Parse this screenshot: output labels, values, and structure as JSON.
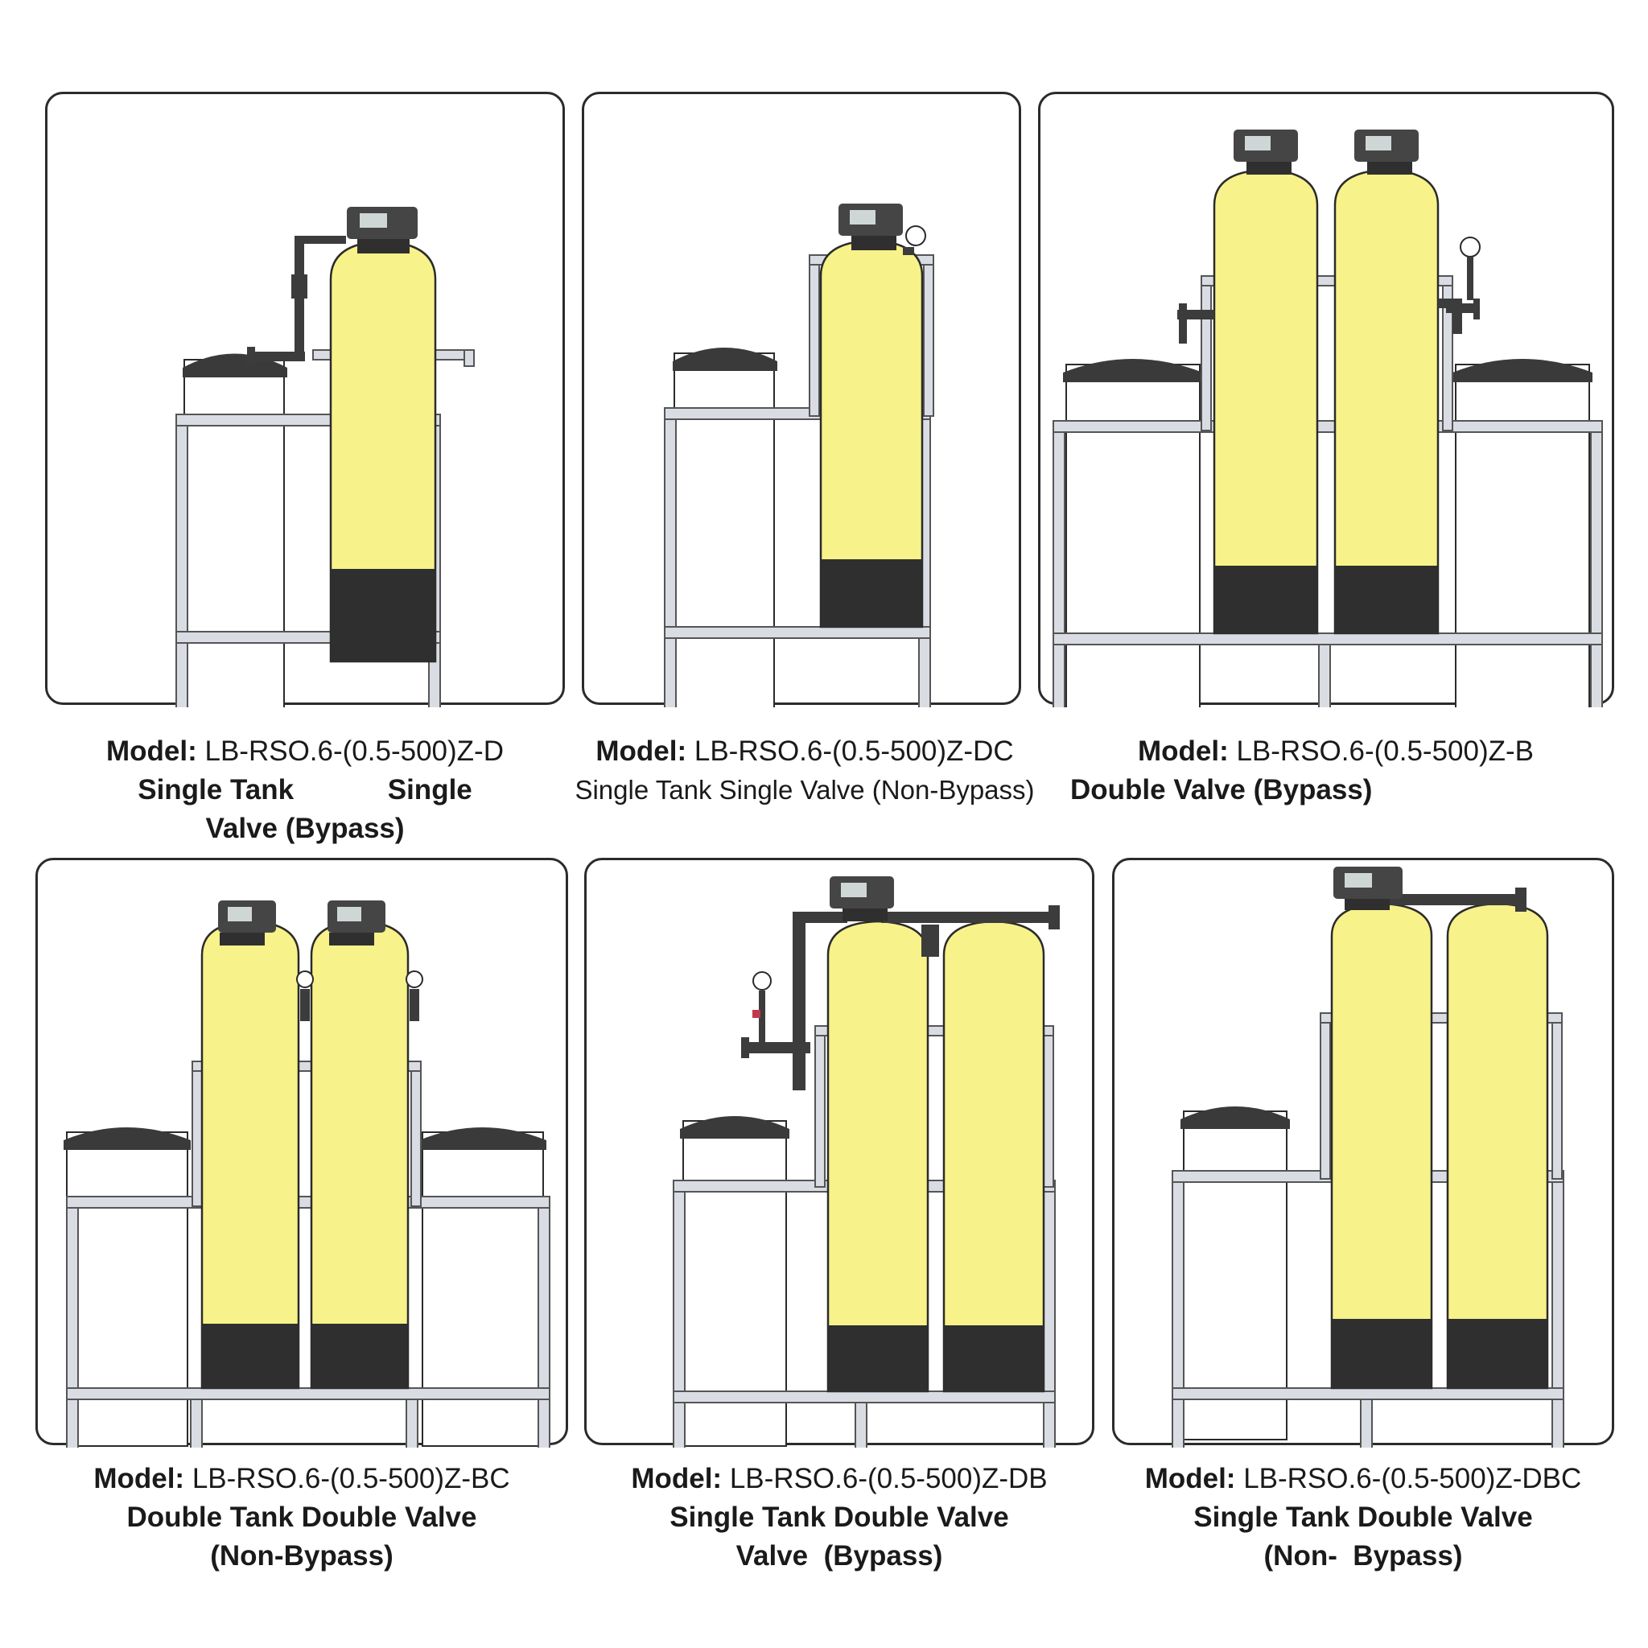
{
  "panels": [
    {
      "id": "p1",
      "model_label": "Model:",
      "model_code": "LB-RSO.6-(0.5-500)Z-D",
      "desc_lines": [
        "Single Tank            Single",
        "Valve (Bypass)"
      ],
      "config": {
        "tanks": 1,
        "brine_tanks": 1,
        "valves": 1,
        "bypass_piping": true,
        "gauge": false
      }
    },
    {
      "id": "p2",
      "model_label": "Model:",
      "model_code": "LB-RSO.6-(0.5-500)Z-DC",
      "desc_lines": [
        "Single Tank Single Valve (Non-Bypass)"
      ],
      "config": {
        "tanks": 1,
        "brine_tanks": 1,
        "valves": 1,
        "bypass_piping": false,
        "gauge": true
      }
    },
    {
      "id": "p3",
      "model_label": "Model:",
      "model_code": "LB-RSO.6-(0.5-500)Z-B",
      "desc_lines": [
        "Double Valve (Bypass)"
      ],
      "config": {
        "tanks": 2,
        "brine_tanks": 2,
        "valves": 2,
        "bypass_piping": true,
        "gauge": true
      }
    },
    {
      "id": "p4",
      "model_label": "Model:",
      "model_code": "LB-RSO.6-(0.5-500)Z-BC",
      "desc_lines": [
        "Double Tank Double Valve",
        "(Non-Bypass)"
      ],
      "config": {
        "tanks": 2,
        "brine_tanks": 2,
        "valves": 2,
        "bypass_piping": false,
        "gauge": true
      }
    },
    {
      "id": "p5",
      "model_label": "Model:",
      "model_code": "LB-RSO.6-(0.5-500)Z-DB",
      "desc_lines": [
        "Single Tank Double Valve",
        "Valve  (Bypass)"
      ],
      "config": {
        "tanks": 2,
        "brine_tanks": 1,
        "valves": 1,
        "bypass_piping": true,
        "gauge": true
      }
    },
    {
      "id": "p6",
      "model_label": "Model:",
      "model_code": "LB-RSO.6-(0.5-500)Z-DBC",
      "desc_lines": [
        "Single Tank Double Valve",
        "(Non-  Bypass)"
      ],
      "config": {
        "tanks": 2,
        "brine_tanks": 1,
        "valves": 1,
        "bypass_piping": false,
        "gauge": false
      }
    }
  ],
  "colors": {
    "tank_yellow": "#f7f28a",
    "tank_base": "#2f2f2f",
    "frame_steel": "#d9dde3",
    "brine_lid": "#3a3a3a",
    "valve_head": "#454545",
    "pipe": "#3c3c3c",
    "outline": "#2b2b2b"
  }
}
